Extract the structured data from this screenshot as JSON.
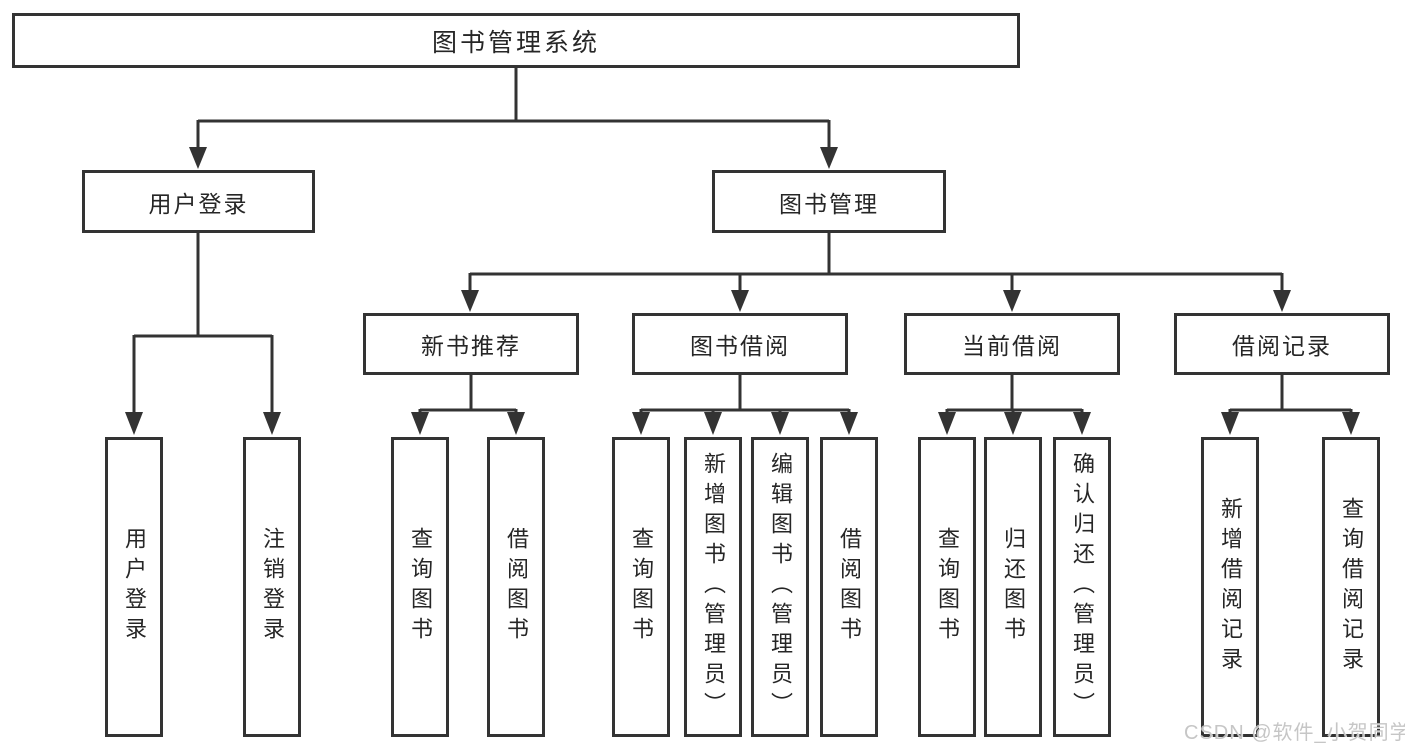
{
  "diagram": {
    "line_color": "#333333",
    "box_border_color": "#333333",
    "box_fill_color": "#ffffff",
    "root": {
      "label": "图书管理系统",
      "children": [
        {
          "label": "用户登录",
          "children": [
            {
              "label": "用户登录"
            },
            {
              "label": "注销登录"
            }
          ]
        },
        {
          "label": "图书管理",
          "children": [
            {
              "label": "新书推荐",
              "children": [
                {
                  "label": "查询图书"
                },
                {
                  "label": "借阅图书"
                }
              ]
            },
            {
              "label": "图书借阅",
              "children": [
                {
                  "label": "查询图书"
                },
                {
                  "label": "新增图书（管理员）"
                },
                {
                  "label": "编辑图书（管理员）"
                },
                {
                  "label": "借阅图书"
                }
              ]
            },
            {
              "label": "当前借阅",
              "children": [
                {
                  "label": "查询图书"
                },
                {
                  "label": "归还图书"
                },
                {
                  "label": "确认归还（管理员）"
                }
              ]
            },
            {
              "label": "借阅记录",
              "children": [
                {
                  "label": "新增借阅记录"
                },
                {
                  "label": "查询借阅记录"
                }
              ]
            }
          ]
        }
      ]
    }
  },
  "watermark": {
    "text": "CSDN @软件_小贺同学",
    "color": "#c3c3c3"
  }
}
